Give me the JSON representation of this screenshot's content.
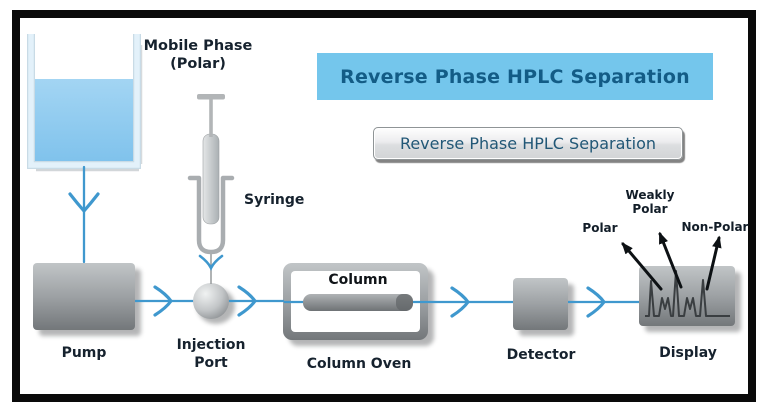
{
  "diagram_title": "Reverse Phase HPLC Separation",
  "banner": {
    "label": "Reverse Phase HPLC Separation"
  },
  "button": {
    "label": "Reverse Phase HPLC Separation"
  },
  "components": {
    "mobile_phase": {
      "line1": "Mobile Phase",
      "line2": "(Polar)"
    },
    "syringe": {
      "label": "Syringe"
    },
    "pump": {
      "label": "Pump"
    },
    "injection_port": {
      "line1": "Injection",
      "line2": "Port"
    },
    "column": {
      "label": "Column"
    },
    "column_oven": {
      "label": "Column Oven"
    },
    "detector": {
      "label": "Detector"
    },
    "display": {
      "label": "Display"
    }
  },
  "peak_annotations": {
    "polar": "Polar",
    "weakly_polar": {
      "line1": "Weakly",
      "line2": "Polar"
    },
    "non_polar": "Non-Polar"
  },
  "colors": {
    "banner_bg": "#74C6EC",
    "banner_text": "#135C86",
    "flow_arrow_blue": "#3F98CE",
    "reservoir_liquid": "#8FCBF0",
    "frame_border": "#0A0A0A",
    "component_gray": "#9A9EA1",
    "annotation_arrow": "#0D1114",
    "label_text": "#16222E"
  }
}
